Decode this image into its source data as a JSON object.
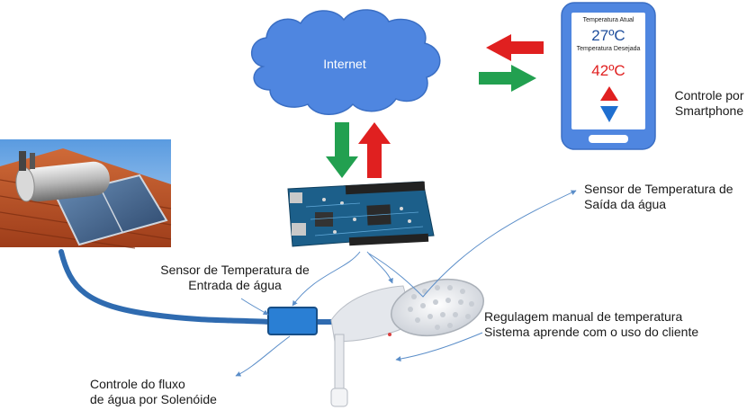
{
  "cloud": {
    "label": "Internet"
  },
  "phone": {
    "current_label": "Temperatura Atual",
    "current_value": "27ºC",
    "desired_label": "Temperatura Desejada",
    "desired_value": "42ºC"
  },
  "labels": {
    "smartphone": [
      "Controle por",
      "Smartphone"
    ],
    "sensor_out": [
      "Sensor de Temperatura de",
      "Saída da água"
    ],
    "sensor_in": [
      "Sensor de Temperatura de",
      "Entrada de água"
    ],
    "manual": [
      "Regulagem manual de temperatura",
      "Sistema aprende com o uso do cliente"
    ],
    "solenoid": [
      "Controle do fluxo",
      "de água por Solenóide"
    ]
  },
  "colors": {
    "cloud": "#4f86e0",
    "phone_frame": "#4f86e0",
    "arrow_red": "#e02020",
    "arrow_green": "#22a050",
    "pipe": "#2f6bb0",
    "board": "#1c5f8a",
    "valve": "#2a7fd4",
    "annotation": "#5b8ec9"
  },
  "icons": {
    "phone_up": "up-triangle-icon",
    "phone_down": "down-triangle-icon"
  }
}
